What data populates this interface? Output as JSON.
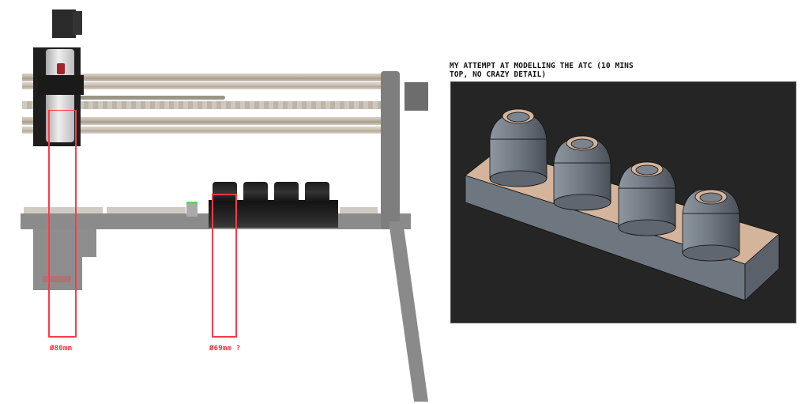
{
  "left_figure": {
    "description": "CNC gantry side view with spindle and ATC tool rack",
    "spindle_dimension_label": "Ø80mm",
    "rack_pocket_dimension_label": "Ø69mm ?",
    "annotation_color": "#ff2d3d"
  },
  "right_figure": {
    "caption_line1": "MY ATTEMPT AT MODELLING THE ATC (10 MINS",
    "caption_line2": "TOP, NO CRAZY DETAIL)",
    "viewport_background": "#252525",
    "base_top_color": "#d4b49a",
    "base_side_color": "#6e7680",
    "pocket_color": "#7d8590",
    "pocket_count": 4
  }
}
